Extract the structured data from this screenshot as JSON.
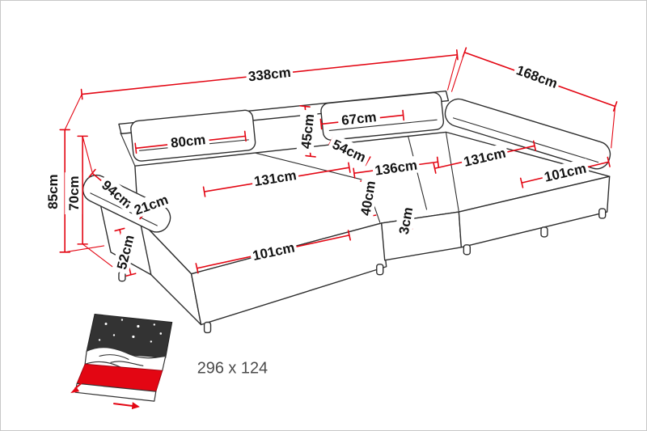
{
  "diagram": {
    "kind": "sofa-dimension-diagram",
    "colors": {
      "dimension_lines": "#e30613",
      "drawing_outline": "#2e2e2e",
      "label_text": "#141414",
      "border": "#c8c8c8",
      "background": "#ffffff"
    }
  },
  "dimensions": {
    "total_width": "338cm",
    "right_depth": "168cm",
    "left_back_cushion": "80cm",
    "right_back_cushion": "67cm",
    "backrest_height": "45cm",
    "seat_section_small": "54cm",
    "left_seat_length": "131cm",
    "middle_seat_length": "136cm",
    "right_seat_length": "131cm",
    "right_chaise_depth": "101cm",
    "armrest_length": "94cm",
    "armrest_width": "21cm",
    "overall_height": "85cm",
    "armrest_height": "70cm",
    "seat_front_height": "52cm",
    "left_chaise_front": "101cm",
    "seat_depth_vertical": "40cm",
    "gap_small": "3cm"
  },
  "sleeping_area": {
    "icon": "sofa-bed-icon",
    "size_label": "296 x 124"
  }
}
